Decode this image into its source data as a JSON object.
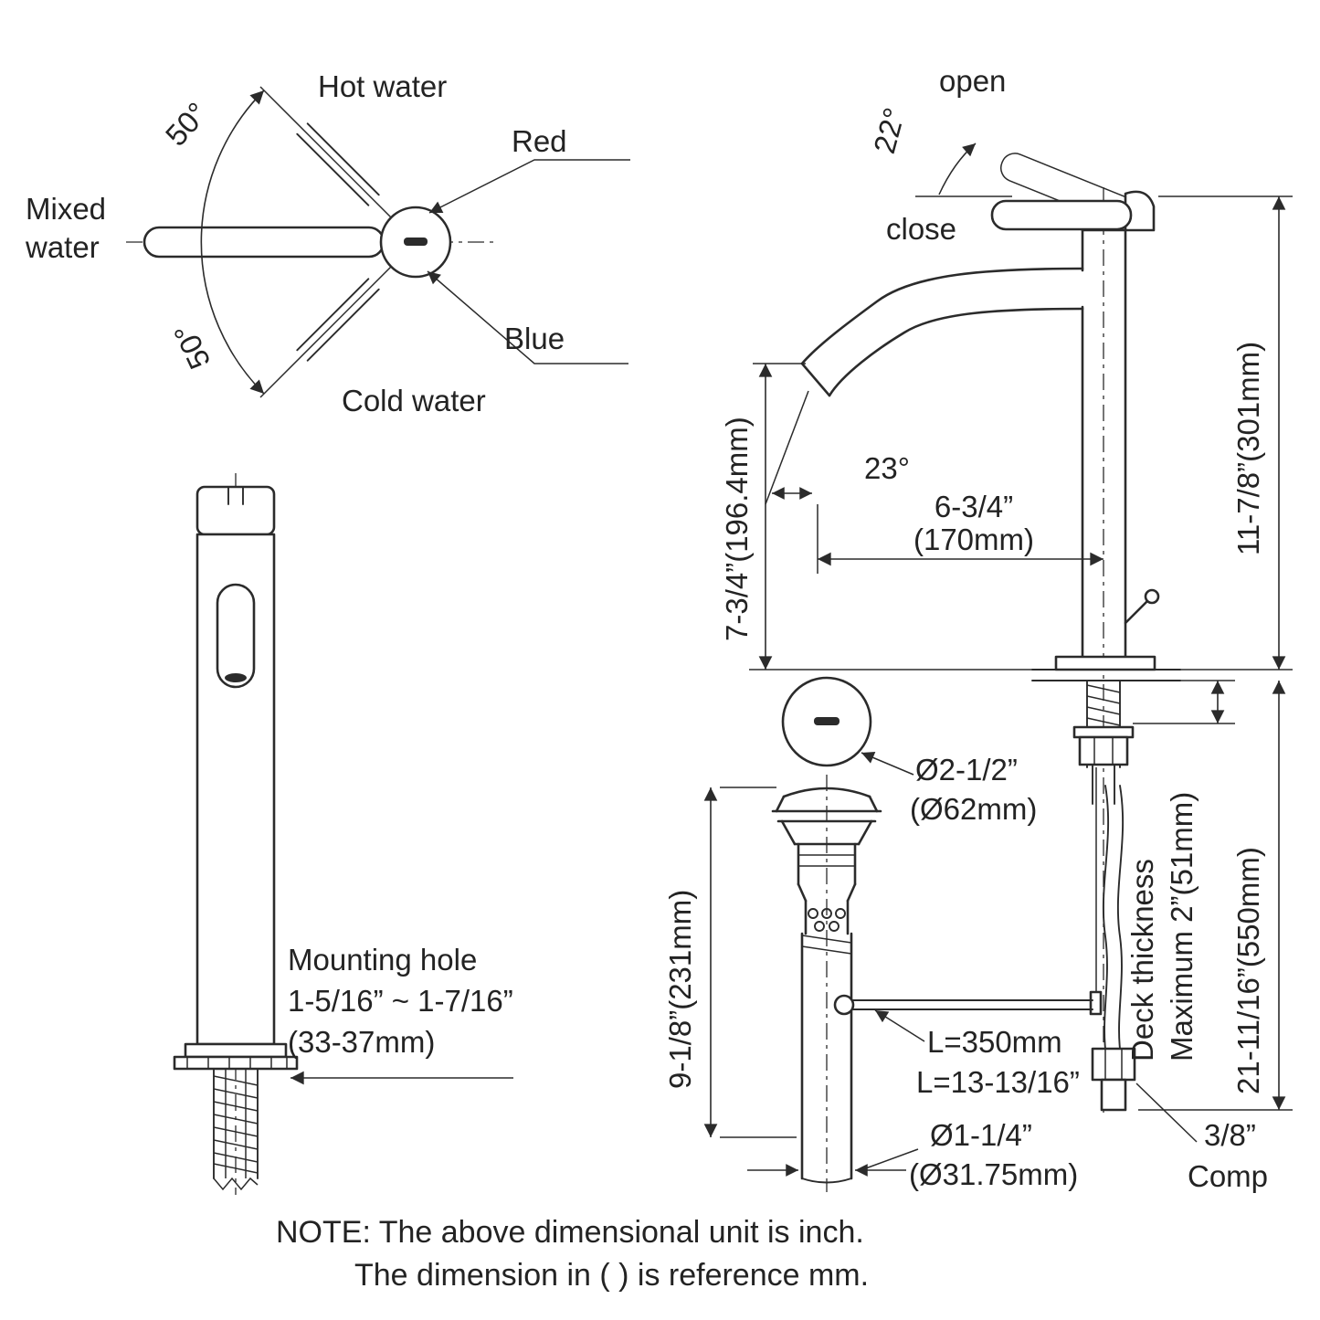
{
  "top_view": {
    "hot_water": "Hot water",
    "red": "Red",
    "mixed_line1": "Mixed",
    "mixed_line2": "water",
    "blue": "Blue",
    "cold_water": "Cold water",
    "angle_hot": "50°",
    "angle_cold": "50°"
  },
  "front_view": {
    "mounting_line1": "Mounting hole",
    "mounting_line2": "1-5/16” ~ 1-7/16”",
    "mounting_line3": "(33-37mm)"
  },
  "side_view": {
    "open_label": "open",
    "close_label": "close",
    "open_angle": "22°",
    "spout_angle": "23°",
    "reach_in": "6-3/4”",
    "reach_mm": "(170mm)",
    "spout_height": "7-3/4”(196.4mm)",
    "total_height": "11-7/8”(301mm)",
    "drain_dia_in": "Ø2-1/2”",
    "drain_dia_mm": "(Ø62mm)",
    "drain_length": "9-1/8”(231mm)",
    "deck_line1": "Deck thickness",
    "deck_line2": "Maximum 2”(51mm)",
    "below_height": "21-11/16”(550mm)",
    "hose_mm": "L=350mm",
    "hose_in": "L=13-13/16”",
    "pipe_dia_in": "Ø1-1/4”",
    "pipe_dia_mm": "(Ø31.75mm)",
    "comp_size": "3/8”",
    "comp_label": "Comp"
  },
  "note": {
    "line1": "NOTE: The above dimensional unit is inch.",
    "line2": "The dimension in ( ) is reference mm."
  }
}
